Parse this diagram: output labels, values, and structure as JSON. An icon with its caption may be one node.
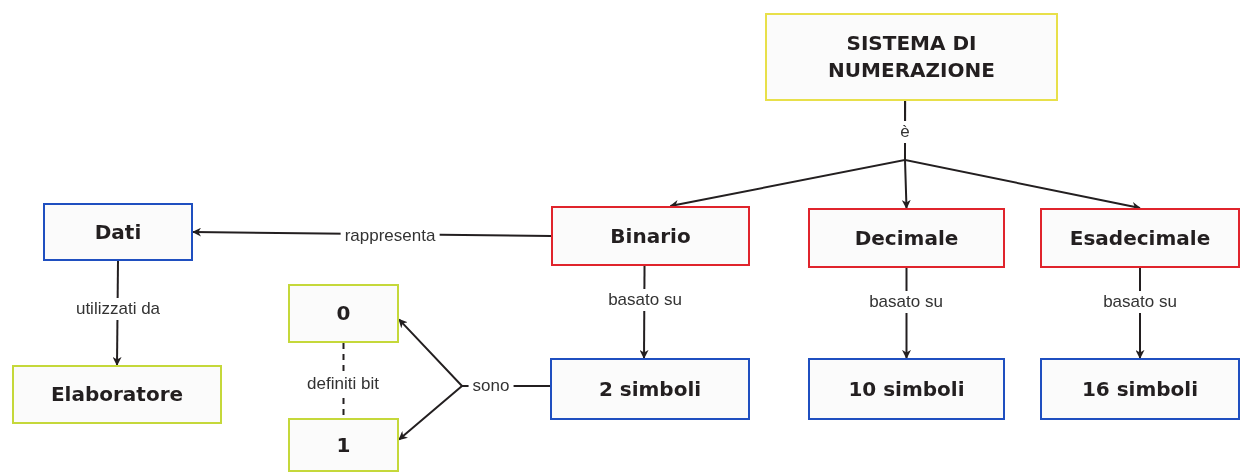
{
  "diagram": {
    "nodes": [
      {
        "text": [
          "SISTEMA DI NUMERAZIONE"
        ]
      },
      {
        "text": [
          "Dati"
        ]
      },
      {
        "text": [
          "Binario"
        ]
      },
      {
        "text": [
          "Decimale"
        ]
      },
      {
        "text": [
          "Esadecimale"
        ]
      },
      {
        "text": [
          "Elaboratore"
        ]
      },
      {
        "text": [
          "0"
        ]
      },
      {
        "text": [
          "2 simboli"
        ]
      },
      {
        "text": [
          "10 simboli"
        ]
      },
      {
        "text": [
          "16 simboli"
        ]
      },
      {
        "text": [
          "1"
        ]
      }
    ],
    "edges": [
      {
        "from": 0,
        "to": 2,
        "arrow": "to"
      },
      {
        "from": 0,
        "to": 3,
        "arrow": "to",
        "label": "è"
      },
      {
        "from": 0,
        "to": 4,
        "arrow": "to"
      },
      {
        "from": 2,
        "to": 1,
        "arrow": "to",
        "label": "rappresenta"
      },
      {
        "from": 1,
        "to": 5,
        "arrow": "to",
        "label": "utilizzati da"
      },
      {
        "from": 2,
        "to": 7,
        "arrow": "to",
        "label": "basato su"
      },
      {
        "from": 3,
        "to": 8,
        "arrow": "to",
        "label": "basato su"
      },
      {
        "from": 4,
        "to": 9,
        "arrow": "to",
        "label": "basato su"
      },
      {
        "from": 7,
        "to": 6,
        "arrow": "to",
        "label": "sono"
      },
      {
        "from": 7,
        "to": 10,
        "arrow": "to"
      },
      {
        "from": 6,
        "to": 10,
        "arrow": "none",
        "label": "definiti bit",
        "style": "dashed"
      }
    ]
  }
}
